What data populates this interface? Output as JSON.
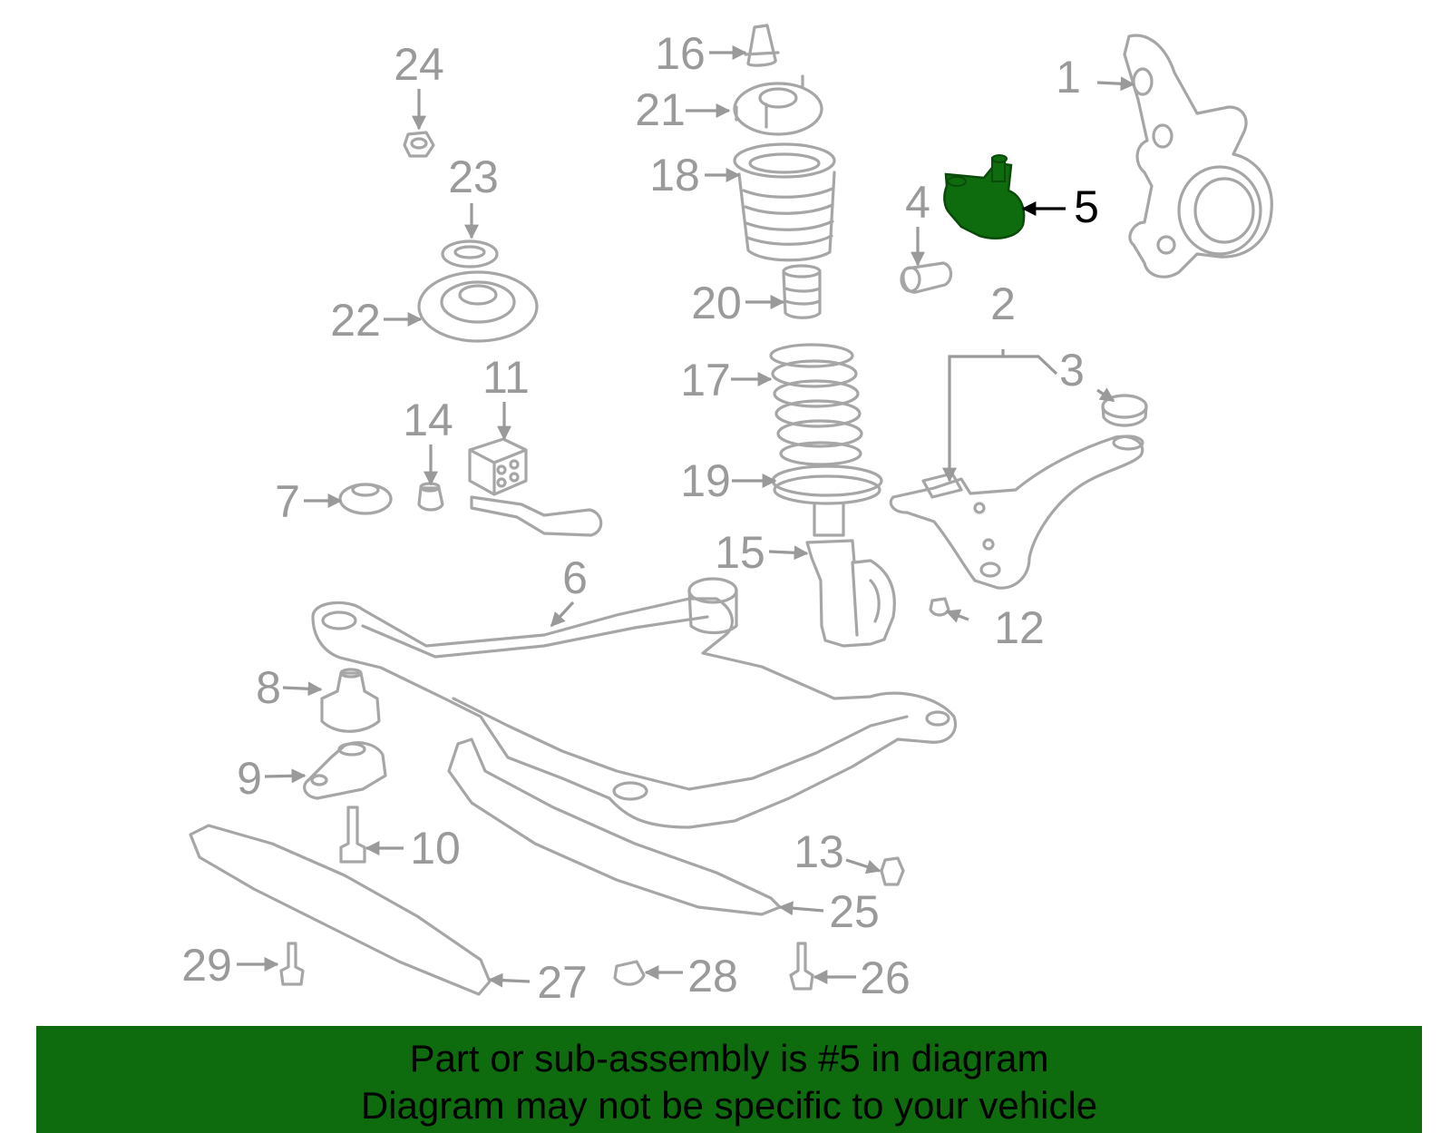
{
  "highlight_color": "#0e6b0e",
  "highlighted_part": "5",
  "banner": {
    "line1": "Part or sub-assembly is #5 in diagram",
    "line2": "Diagram may not be specific to your vehicle"
  },
  "callouts": [
    "1",
    "2",
    "3",
    "4",
    "5",
    "6",
    "7",
    "8",
    "9",
    "10",
    "11",
    "12",
    "13",
    "14",
    "15",
    "16",
    "17",
    "18",
    "19",
    "20",
    "21",
    "22",
    "23",
    "24",
    "25",
    "26",
    "27",
    "28",
    "29"
  ]
}
